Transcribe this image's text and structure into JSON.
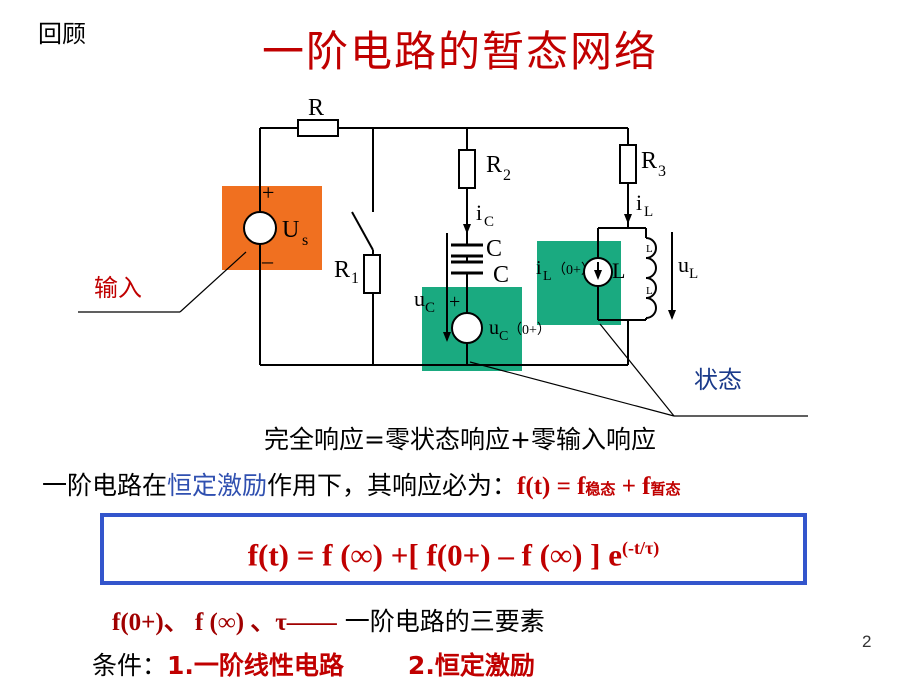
{
  "header": {
    "review_label": "回顾",
    "title": "一阶电路的暂态网络"
  },
  "circuit": {
    "label_R": "R",
    "label_R1": "R",
    "sub_R1": "1",
    "label_R2": "R",
    "sub_R2": "2",
    "label_R3": "R",
    "sub_R3": "3",
    "plus_sign": "+",
    "minus_sign": "–",
    "label_Us": "U",
    "sub_Us": "s",
    "label_iC": "i",
    "sub_iC": "C",
    "label_C_top": "C",
    "label_C_bottom": "C",
    "label_uC": "u",
    "sub_uC": "C",
    "label_uC0": "u",
    "sub_uC0": "C",
    "uC0_suffix": "（0+）",
    "label_iL": "i",
    "sub_iL": "L",
    "label_iL0": "i",
    "sub_iL0": "L",
    "iL0_suffix": "（0+）",
    "label_L": "L",
    "label_uL": "u",
    "sub_uL": "L",
    "label_L_small_1": "L",
    "label_L_small_2": "L",
    "input_label": "输入",
    "state_label": "状态",
    "colors": {
      "input_highlight": "#f07020",
      "state_highlight": "#1aaa80",
      "annotation_red": "#c00000",
      "annotation_blue": "#1a3a8a"
    }
  },
  "text": {
    "complete_response": "完全响应=零状态响应+零输入响应",
    "line2_part1": "一阶电路在",
    "line2_highlight": "恒定激励",
    "line2_part2": "作用下，其响应必为：",
    "line2_formula_a": "f(t) = f",
    "line2_sub_steady": "稳态",
    "line2_formula_b": " + f",
    "line2_sub_transient": "暂态",
    "main_formula": "f(t) = f (∞) +[ f(0+) – f (∞) ] e",
    "main_formula_exp": "(-t/τ)",
    "three_elements_symbols": "f(0+)、 f (∞) 、τ——",
    "three_elements_text": " 一阶电路的三要素",
    "conditions_label": "条件：",
    "condition_1": "1.一阶线性电路",
    "condition_2": "2.恒定激励",
    "page_number": "2"
  }
}
